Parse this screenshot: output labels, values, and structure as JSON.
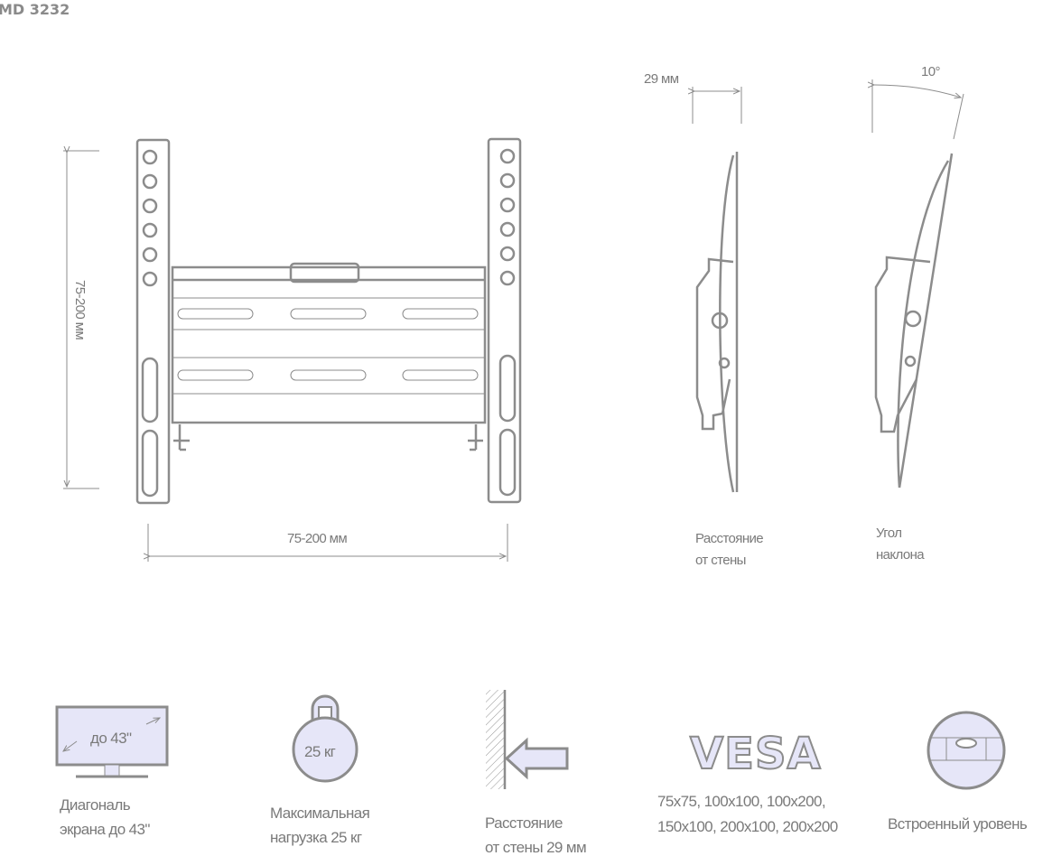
{
  "title": "MD 3232",
  "front_view": {
    "height_label": "75-200 мм",
    "width_label": "75-200 мм"
  },
  "side_views": [
    {
      "dimension": "29 мм",
      "caption_line1": "Расстояние",
      "caption_line2": "от стены"
    },
    {
      "dimension": "10°",
      "caption_line1": "Угол",
      "caption_line2": "наклона"
    }
  ],
  "features": [
    {
      "icon": "monitor-icon",
      "icon_text": "до 43\"",
      "line1": "Диагональ",
      "line2": "экрана до 43\""
    },
    {
      "icon": "weight-icon",
      "icon_text": "25 кг",
      "line1": "Максимальная",
      "line2": "нагрузка 25 кг"
    },
    {
      "icon": "wall-distance-icon",
      "line1": "Расстояние",
      "line2": "от стены 29 мм"
    },
    {
      "icon": "vesa-icon",
      "icon_text": "VESA",
      "line1": "75x75, 100x100, 100x200,",
      "line2": "150x100, 200x100, 200x200"
    },
    {
      "icon": "level-icon",
      "line1": "Встроенный уровень"
    }
  ],
  "colors": {
    "stroke": "#8c8c8c",
    "fill": "#e6e6f8",
    "text": "#7a7a7a"
  }
}
